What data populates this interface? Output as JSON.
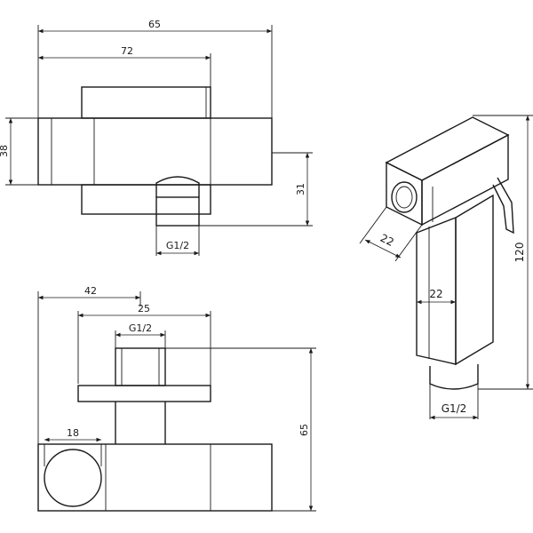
{
  "front_view": {
    "overall_width": "65",
    "body_width": "72",
    "height": "38",
    "outlet_offset": "31",
    "thread": "G1/2"
  },
  "top_view": {
    "overall_width": "42",
    "top_width": "25",
    "thread": "G1/2",
    "overall_height": "65",
    "knob_diameter": "18"
  },
  "handshower_view": {
    "head_size": "22",
    "handle_size": "22",
    "height": "120",
    "thread": "G1/2"
  }
}
